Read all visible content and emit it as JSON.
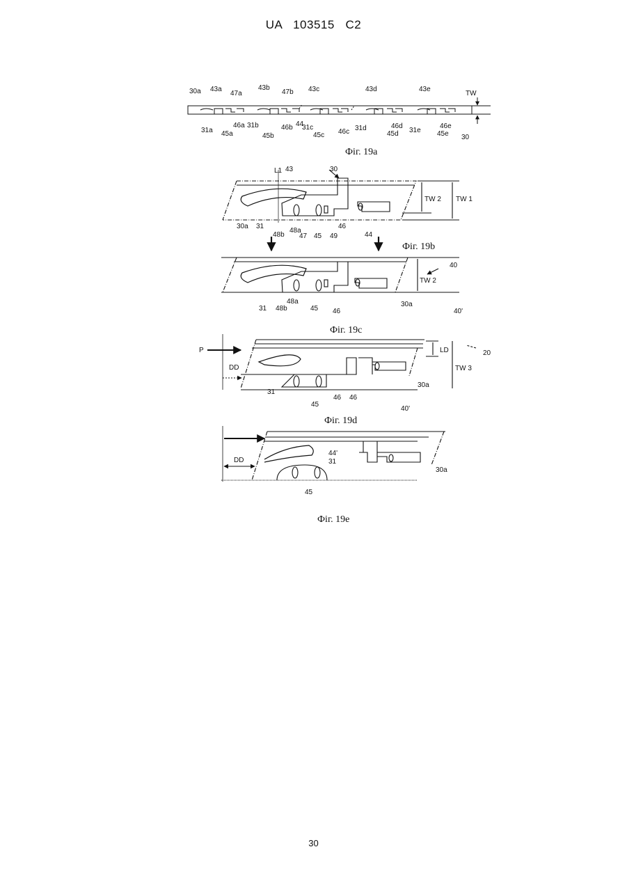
{
  "header": {
    "text": "UA   103515   C2"
  },
  "page_number": "30",
  "fig19a": {
    "caption": "Фіг. 19а",
    "top_labels": [
      "30a",
      "43a",
      "47a",
      "43b",
      "47b",
      "43c",
      "43d",
      "43e",
      "TW"
    ],
    "bottom_labels": [
      "31a",
      "45a",
      "46a",
      "31b",
      "46b",
      "44",
      "45b",
      "31c",
      "45c",
      "46c",
      "31d",
      "46d",
      "45d",
      "31e",
      "46e",
      "45e",
      "30"
    ]
  },
  "fig19b": {
    "caption": "Фіг. 19b",
    "labels": [
      "L1",
      "43",
      "30",
      "TW 2",
      "TW 1",
      "30a",
      "31",
      "48b",
      "48a",
      "47",
      "45",
      "49",
      "46",
      "44"
    ]
  },
  "fig19c": {
    "caption": "Фіг. 19с",
    "labels": [
      "40",
      "TW 2",
      "31",
      "48b",
      "48a",
      "45",
      "46",
      "30a",
      "40'"
    ]
  },
  "fig19d": {
    "caption": "Фіг. 19d",
    "labels": [
      "P",
      "LD",
      "20",
      "TW 3",
      "DD",
      "30a",
      "31",
      "45",
      "46",
      "46",
      "40'"
    ]
  },
  "fig19e": {
    "caption": "Фіг. 19е",
    "labels": [
      "DD",
      "44'",
      "31",
      "30a",
      "45"
    ]
  }
}
